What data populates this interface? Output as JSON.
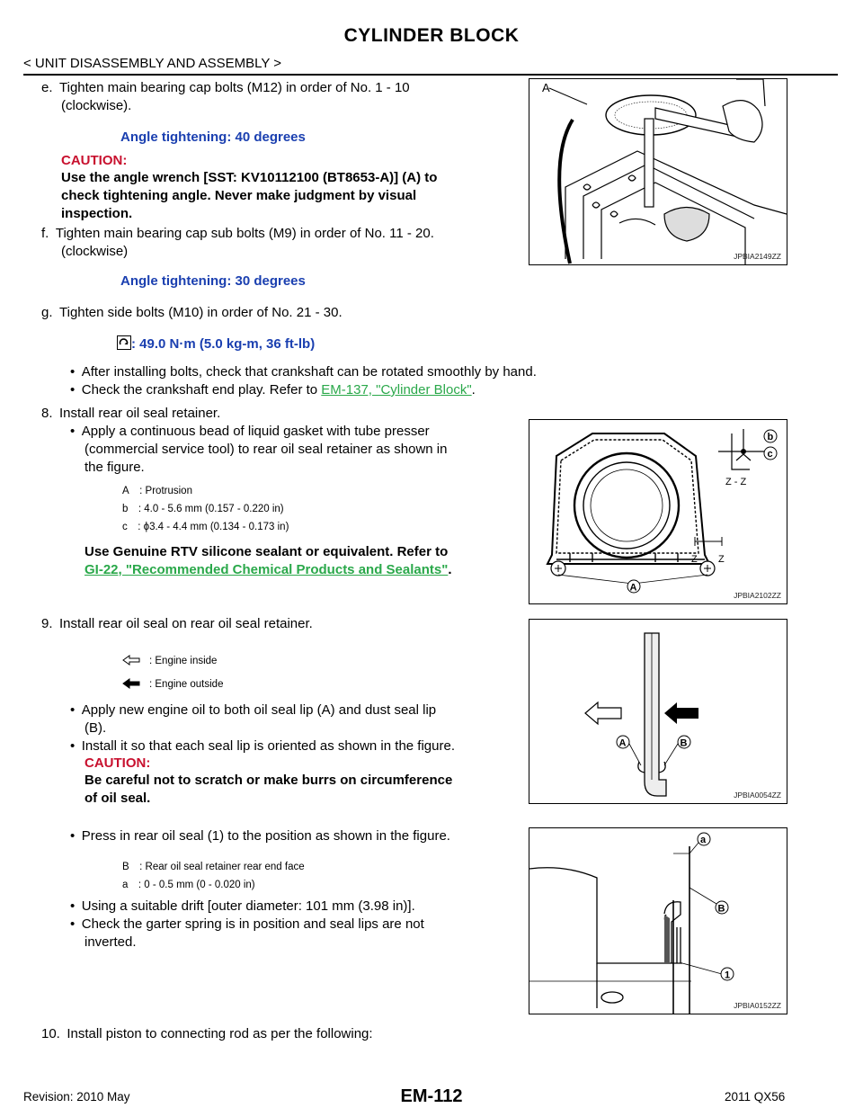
{
  "header": {
    "title": "CYLINDER BLOCK",
    "breadcrumb": "< UNIT DISASSEMBLY AND ASSEMBLY >"
  },
  "steps": {
    "e_text": "e. Tighten main bearing cap bolts (M12) in order of No. 1 - 10",
    "e_text2": "(clockwise).",
    "e_spec": "Angle tightening: 40 degrees",
    "e_caution_label": "CAUTION:",
    "e_caution_1": "Use the angle wrench [SST: KV10112100 (BT8653-A)] (A) to",
    "e_caution_2": "check tightening angle. Never make judgment by visual",
    "e_caution_3": "inspection.",
    "f_text": "f. Tighten main bearing cap sub bolts (M9) in order of No. 11 - 20.",
    "f_text2": "(clockwise)",
    "f_spec": "Angle tightening: 30 degrees",
    "g_text": "g. Tighten side bolts (M10) in order of No. 21 - 30.",
    "g_spec": ": 49.0 N·m (5.0 kg-m, 36 ft-lb)",
    "g_bullet1": "• After installing bolts, check that crankshaft can be rotated smoothly by hand.",
    "g_bullet2_pre": "• Check the crankshaft end play. Refer to ",
    "g_bullet2_link": "EM-137, \"Cylinder Block\"",
    "g_bullet2_post": ".",
    "s8_text": "8. Install rear oil seal retainer.",
    "s8_b1_1": "• Apply a continuous bead of liquid gasket with tube presser",
    "s8_b1_2": "(commercial service tool) to rear oil seal retainer as shown in",
    "s8_b1_3": "the figure.",
    "s8_legend": [
      "A  : Protrusion",
      "b  : 4.0 - 5.6 mm (0.157 - 0.220 in)",
      "c  : ϕ3.4 - 4.4 mm (0.134 - 0.173 in)"
    ],
    "s8_note_1": "Use Genuine RTV silicone sealant or equivalent. Refer to",
    "s8_note_link": "GI-22, \"Recommended Chemical Products and Sealants\"",
    "s8_note_post": ".",
    "s9_text": "9. Install rear oil seal on rear oil seal retainer.",
    "s9_legend": [
      ": Engine inside",
      ": Engine outside"
    ],
    "s9_b1_1": "• Apply new engine oil to both oil seal lip (A) and dust seal lip",
    "s9_b1_2": "(B).",
    "s9_b2": "• Install it so that each seal lip is oriented as shown in the figure.",
    "s9_caution_label": "CAUTION:",
    "s9_caution_1": "Be careful not to scratch or make burrs on circumference",
    "s9_caution_2": "of oil seal.",
    "s9_b3": "• Press in rear oil seal (1) to the position as shown in the figure.",
    "s9_legend2": [
      "B  : Rear oil seal retainer rear end face",
      "a  : 0 - 0.5 mm (0 - 0.020 in)"
    ],
    "s9_b4": "• Using a suitable drift [outer diameter: 101 mm (3.98 in)].",
    "s9_b5_1": "• Check the garter spring is in position and seal lips are not",
    "s9_b5_2": "inverted.",
    "s10_text": "10. Install piston to connecting rod as per the following:"
  },
  "figures": {
    "fig1_code": "JPBIA2149ZZ",
    "fig1_label_a": "A",
    "fig2_code": "JPBIA2102ZZ",
    "fig2_label_a": "A",
    "fig2_label_b": "b",
    "fig2_label_c": "c",
    "fig2_label_zz": "Z - Z",
    "fig2_label_z1": "Z",
    "fig2_label_z2": "Z",
    "fig3_code": "JPBIA0054ZZ",
    "fig3_label_a": "A",
    "fig3_label_b": "B",
    "fig4_code": "JPBIA0152ZZ",
    "fig4_label_a": "a",
    "fig4_label_b": "B",
    "fig4_label_1": "1"
  },
  "footer": {
    "revision": "Revision: 2010 May",
    "page": "EM-112",
    "model": "2011 QX56"
  }
}
